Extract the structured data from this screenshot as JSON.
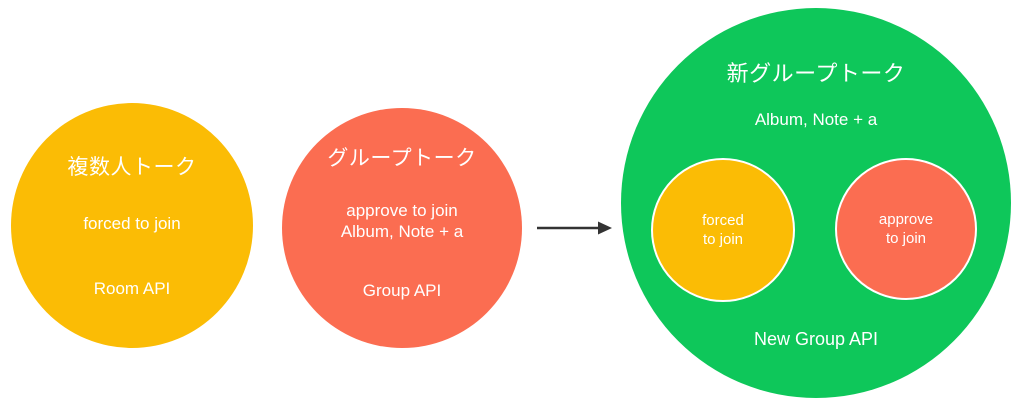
{
  "diagram": {
    "title": "Group talk migration concept diagram",
    "background_color": "#ffffff",
    "colors": {
      "yellow": "#fbbc05",
      "red": "#fb6d51",
      "green": "#0ec75a",
      "text": "#ffffff",
      "arrow": "#333333"
    },
    "circles": [
      {
        "id": "multi-talk",
        "title": "複数人トーク",
        "body": "forced to join",
        "api": "Room API",
        "color": "#fbbc05"
      },
      {
        "id": "group-talk",
        "title": "グループトーク",
        "body_line1": "approve to join",
        "body_line2": "Album, Note + a",
        "api": "Group API",
        "color": "#fb6d51"
      },
      {
        "id": "new-group-talk",
        "title": "新グループトーク",
        "body": "Album, Note + a",
        "api": "New Group API",
        "color": "#0ec75a",
        "nested": [
          {
            "id": "forced-to-join",
            "line1": "forced",
            "line2": "to join",
            "color": "#fbbc05"
          },
          {
            "id": "approve-to-join",
            "line1": "approve",
            "line2": "to join",
            "color": "#fb6d51"
          }
        ]
      }
    ],
    "arrow": {
      "name": "transform-arrow",
      "direction": "right",
      "color": "#333333"
    }
  }
}
